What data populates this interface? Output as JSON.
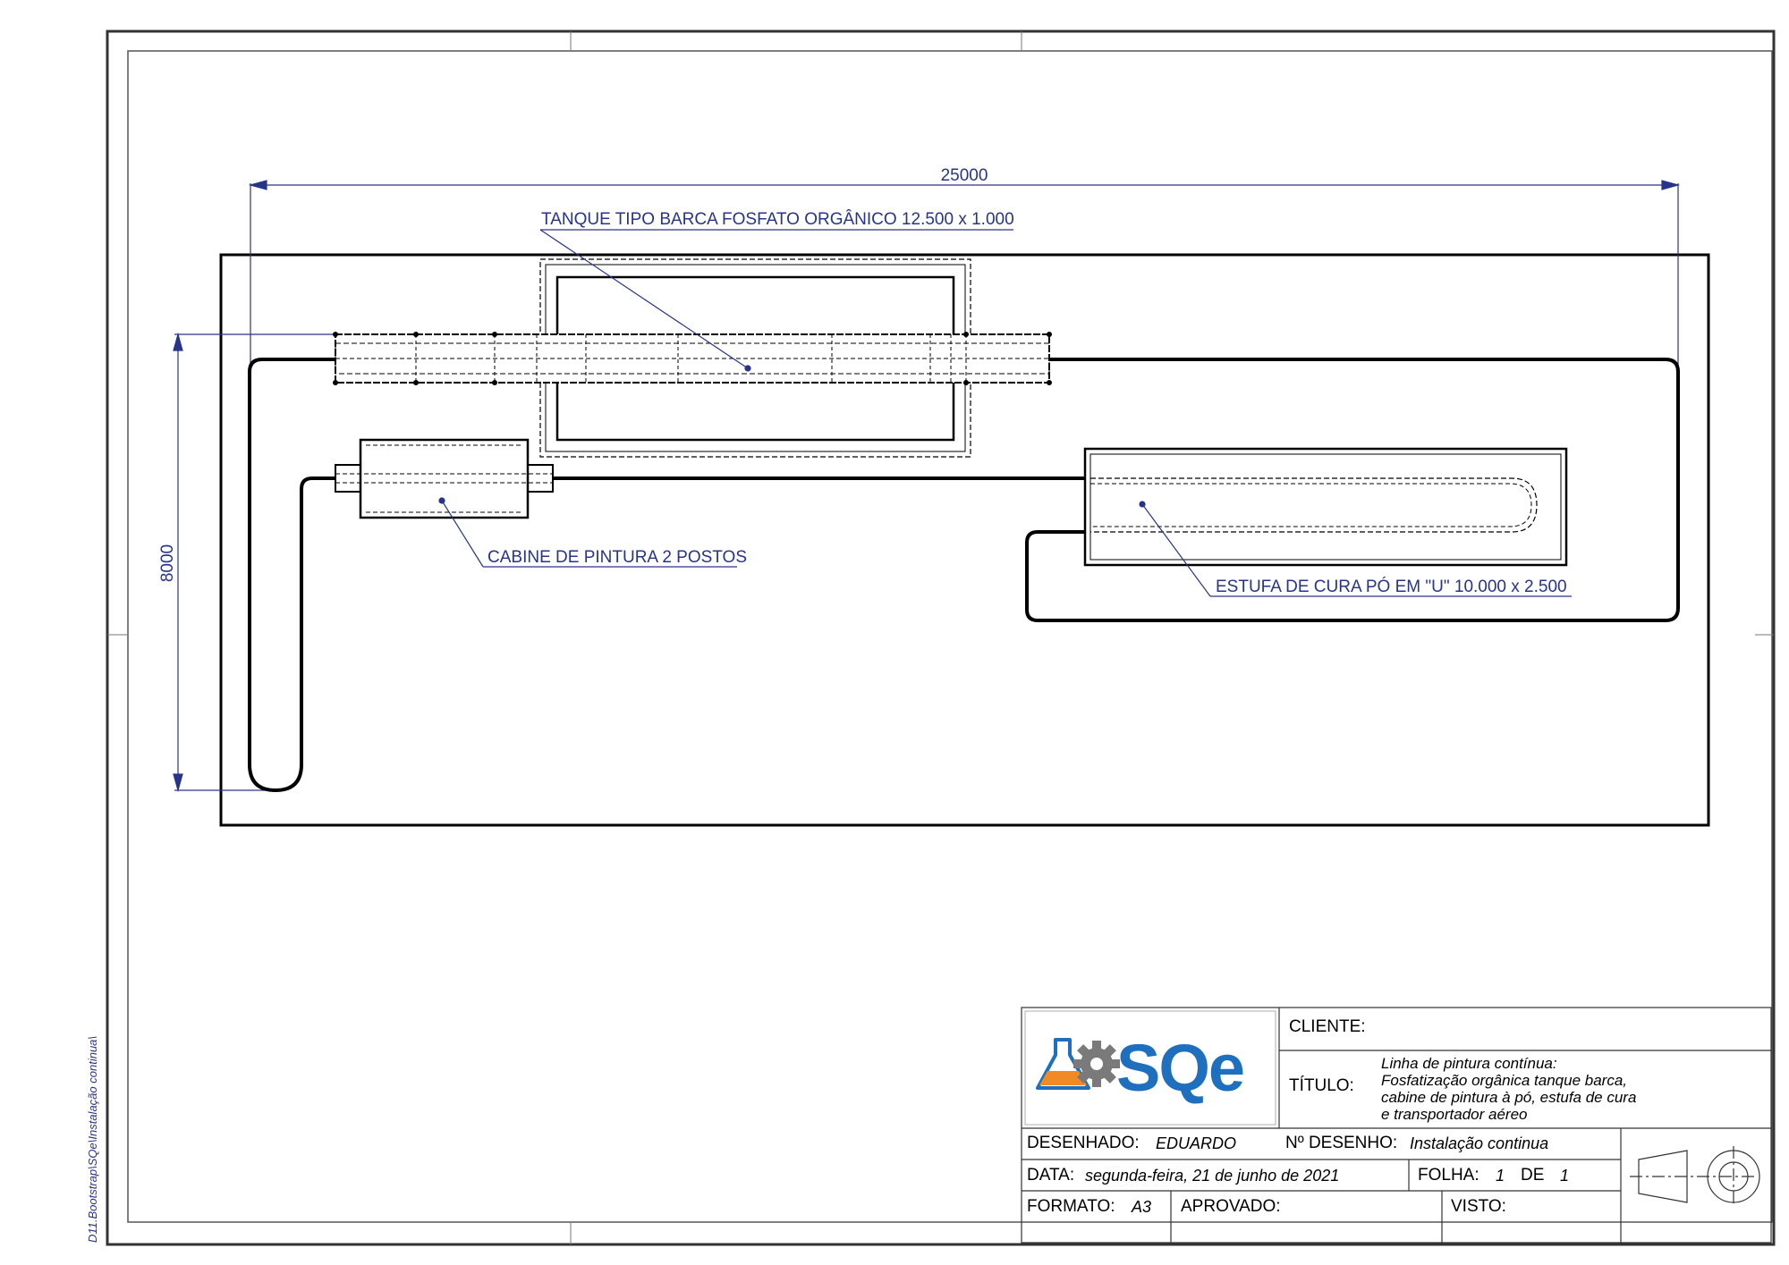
{
  "side_path": "D11.Bootstrap\\SQe\\Instalação continua\\",
  "dimensions": {
    "horizontal": "25000",
    "vertical": "8000"
  },
  "labels": {
    "tank": "TANQUE TIPO BARCA FOSFATO ORGÂNICO 12.500 x 1.000",
    "booth": "CABINE DE PINTURA 2 POSTOS",
    "oven": "ESTUFA DE CURA PÓ EM \"U\" 10.000 x 2.500"
  },
  "logo": {
    "text": "SQe",
    "icon_names": [
      "flask-icon",
      "gear-icon"
    ],
    "colors": {
      "flask": "#f08a24",
      "gear": "#7a7a7a",
      "text": "#1f6fbf"
    }
  },
  "title_block": {
    "cliente_label": "CLIENTE:",
    "cliente_value": "",
    "titulo_label": "TÍTULO:",
    "titulo_lines": [
      "Linha de pintura contínua:",
      "Fosfatização orgânica tanque barca,",
      "cabine de pintura à pó, estufa de cura",
      "e transportador aéreo"
    ],
    "desenhado_label": "DESENHADO:",
    "desenhado_value": "EDUARDO",
    "n_desenho_label": "Nº DESENHO:",
    "n_desenho_value": "Instalação continua",
    "data_label": "DATA:",
    "data_value": "segunda-feira, 21 de junho de 2021",
    "folha_label": "FOLHA:",
    "folha_value": "1",
    "de_label": "DE",
    "de_value": "1",
    "formato_label": "FORMATO:",
    "formato_value": "A3",
    "aprovado_label": "APROVADO:",
    "visto_label": "VISTO:",
    "projection_icon": "first-angle-projection-icon"
  },
  "colors": {
    "annotation": "#27348b",
    "line": "#000000"
  }
}
